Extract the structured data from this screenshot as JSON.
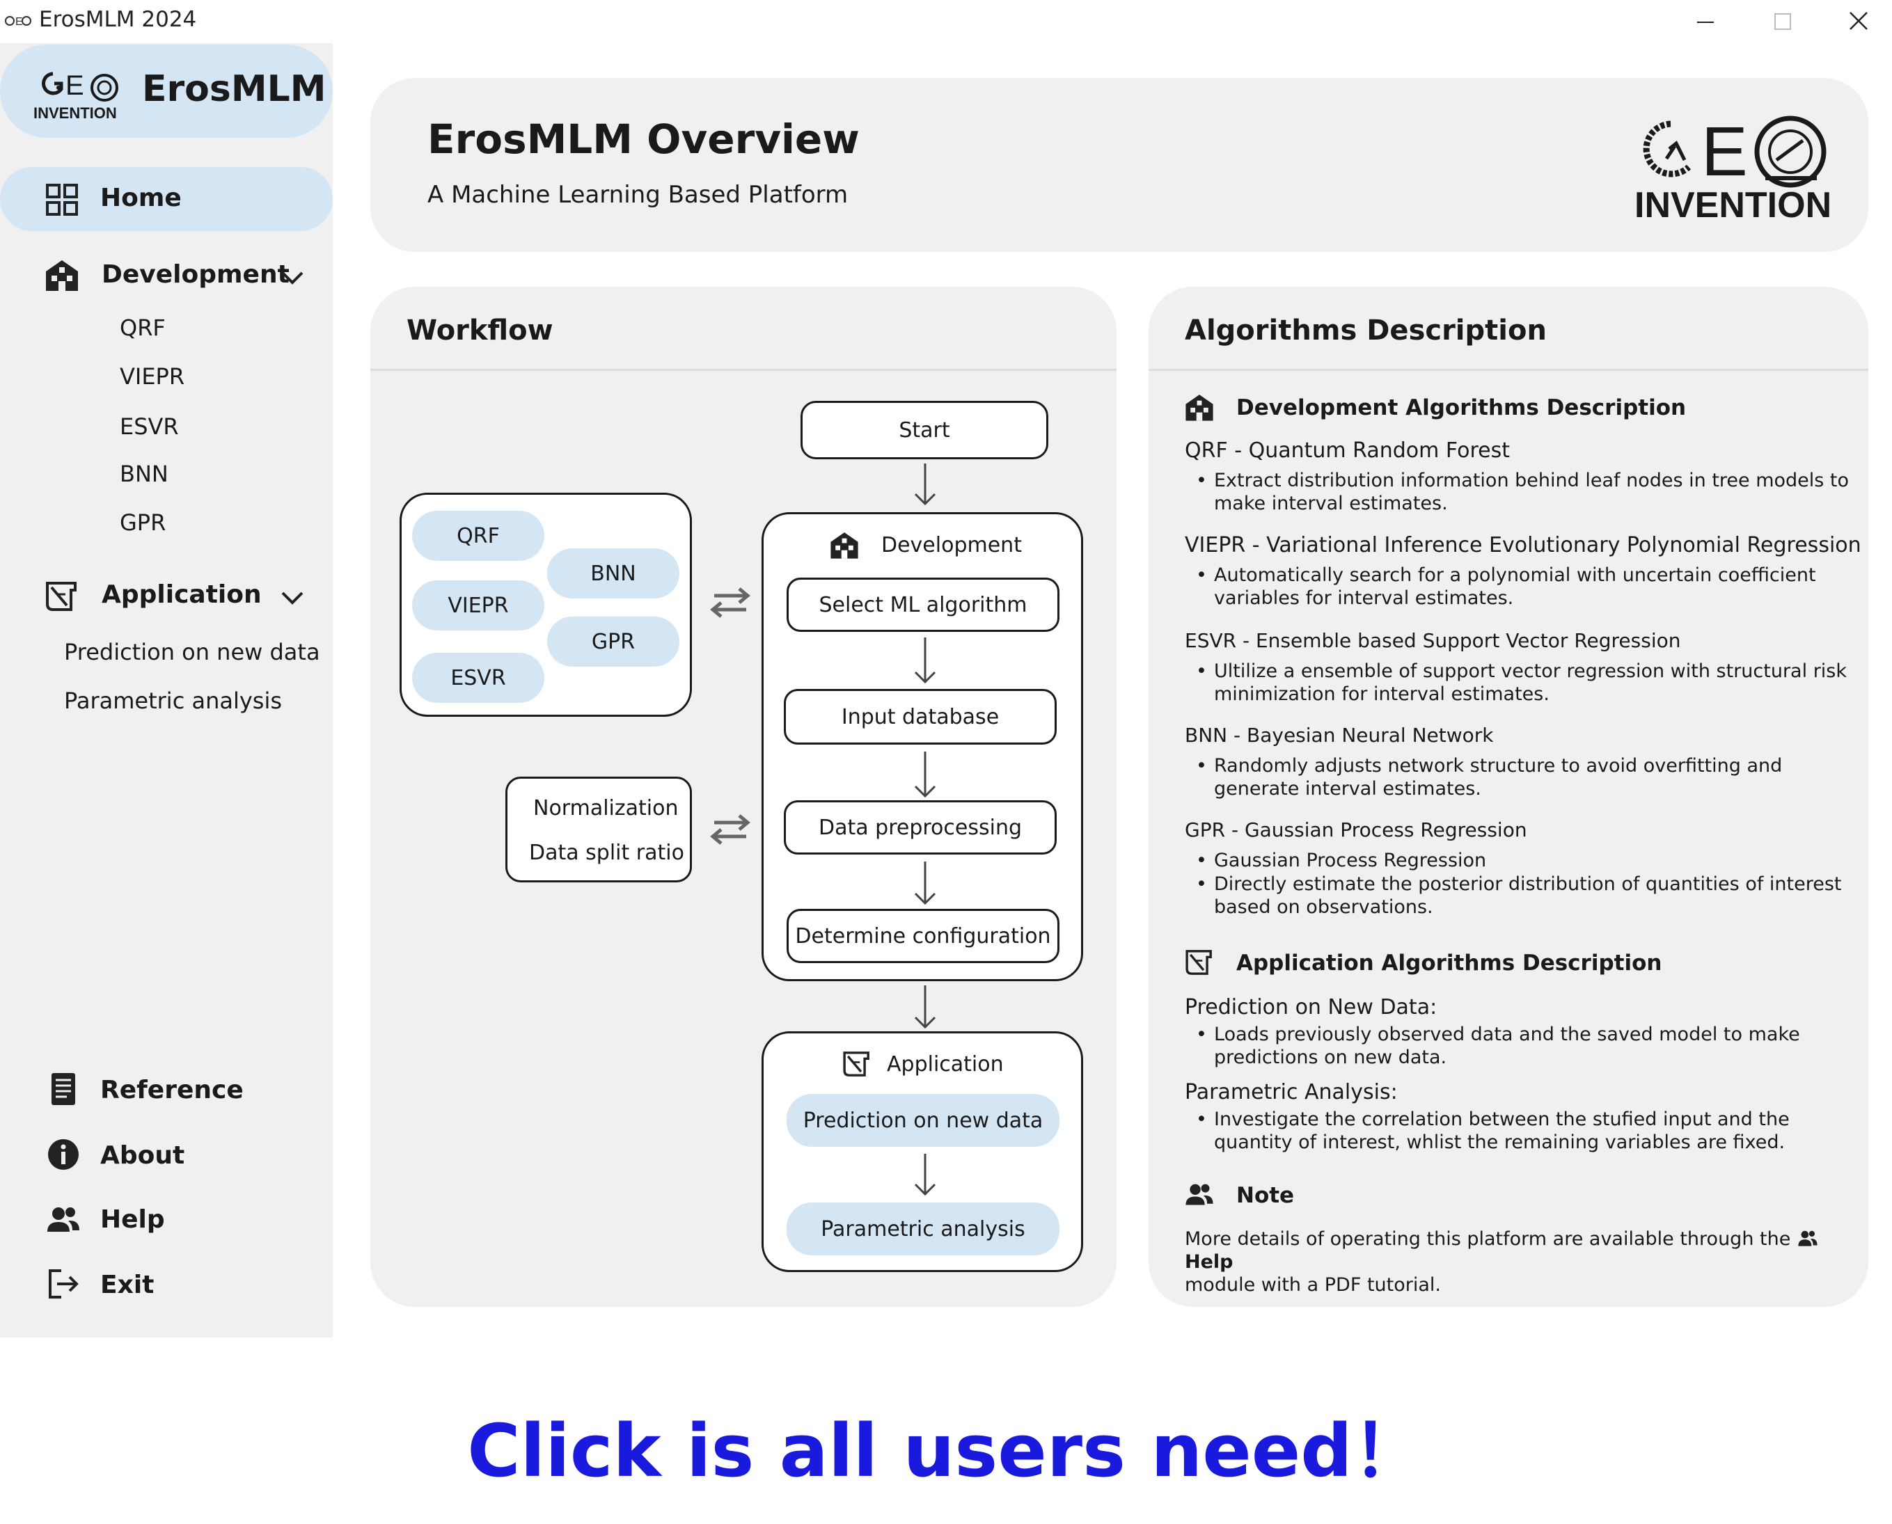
{
  "window": {
    "title": "ErosMLM 2024"
  },
  "sidebar": {
    "brand_name": "ErosMLM",
    "brand_logo_text": "INVENTION",
    "home": "Home",
    "development": {
      "label": "Development",
      "items": [
        "QRF",
        "VIEPR",
        "ESVR",
        "BNN",
        "GPR"
      ]
    },
    "application": {
      "label": "Application",
      "items": [
        "Prediction on new data",
        "Parametric analysis"
      ]
    },
    "bottom": {
      "reference": "Reference",
      "about": "About",
      "help": "Help",
      "exit": "Exit"
    }
  },
  "overview": {
    "title": "ErosMLM Overview",
    "subtitle": "A Machine Learning Based Platform",
    "logo_text": "INVENTION"
  },
  "workflow": {
    "title": "Workflow",
    "start": "Start",
    "algorithms": [
      "QRF",
      "BNN",
      "VIEPR",
      "GPR",
      "ESVR"
    ],
    "config_options": [
      "Normalization",
      "Data split ratio"
    ],
    "development": {
      "label": "Development",
      "steps": [
        "Select ML algorithm",
        "Input database",
        "Data preprocessing",
        "Determine configuration"
      ]
    },
    "application": {
      "label": "Application",
      "steps": [
        "Prediction on new data",
        "Parametric analysis"
      ]
    }
  },
  "algorithms": {
    "title": "Algorithms Description",
    "development_heading": "Development Algorithms Description",
    "items": [
      {
        "name": "QRF - Quantum Random Forest",
        "bullets": [
          "Extract distribution information behind leaf nodes in tree models to make interval estimates."
        ]
      },
      {
        "name": "VIEPR - Variational Inference Evolutionary Polynomial Regression",
        "bullets": [
          "Automatically search for a polynomial with uncertain coefficient variables for interval estimates."
        ]
      },
      {
        "name": "ESVR - Ensemble based Support Vector Regression",
        "bullets": [
          "Ultilize a ensemble of support vector regression with structural risk minimization for interval estimates."
        ]
      },
      {
        "name": "BNN - Bayesian Neural Network",
        "bullets": [
          "Randomly adjusts network structure to avoid overfitting and generate interval estimates."
        ]
      },
      {
        "name": "GPR - Gaussian Process Regression",
        "bullets": [
          "Gaussian Process Regression",
          "Directly estimate the posterior distribution of quantities of interest based on observations."
        ]
      }
    ],
    "application_heading": "Application Algorithms Description",
    "app_items": [
      {
        "name": "Prediction on New Data:",
        "bullets": [
          "Loads previously observed data and the saved model to make predictions on new data."
        ]
      },
      {
        "name": "Parametric Analysis:",
        "bullets": [
          "Investigate the correlation between the stufied input and the quantity of interest, whlist the remaining variables are fixed."
        ]
      }
    ],
    "note_heading": "Note",
    "note_text_before": "More details of operating this platform are available through the",
    "note_help": "Help",
    "note_text_after": "module with a PDF tutorial."
  },
  "slogan": "Click is all users need！",
  "colors": {
    "sidebar_bg": "#f0f0f0",
    "highlight": "#d4e6f4",
    "card_bg": "#f0f0f0",
    "slogan": "#1a1adf"
  }
}
